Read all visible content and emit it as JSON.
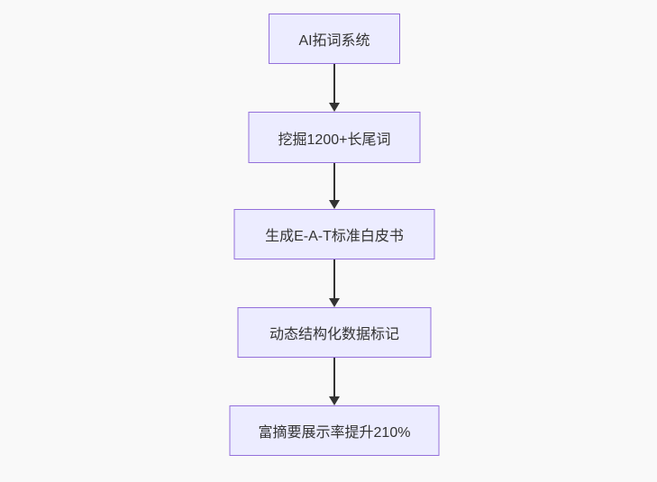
{
  "diagram": {
    "type": "flowchart",
    "direction": "top-down",
    "nodes": [
      {
        "id": "1",
        "label": "AI拓词系统"
      },
      {
        "id": "2",
        "label": "挖掘1200+长尾词"
      },
      {
        "id": "3",
        "label": "生成E-A-T标准白皮书"
      },
      {
        "id": "4",
        "label": "动态结构化数据标记"
      },
      {
        "id": "5",
        "label": "富摘要展示率提升210%"
      }
    ],
    "edges": [
      {
        "from": "1",
        "to": "2"
      },
      {
        "from": "2",
        "to": "3"
      },
      {
        "from": "3",
        "to": "4"
      },
      {
        "from": "4",
        "to": "5"
      }
    ],
    "colors": {
      "node_fill": "#ECECFF",
      "node_border": "#9370DB",
      "edge": "#333333",
      "text": "#333333",
      "background": "#f9f9f9"
    }
  }
}
